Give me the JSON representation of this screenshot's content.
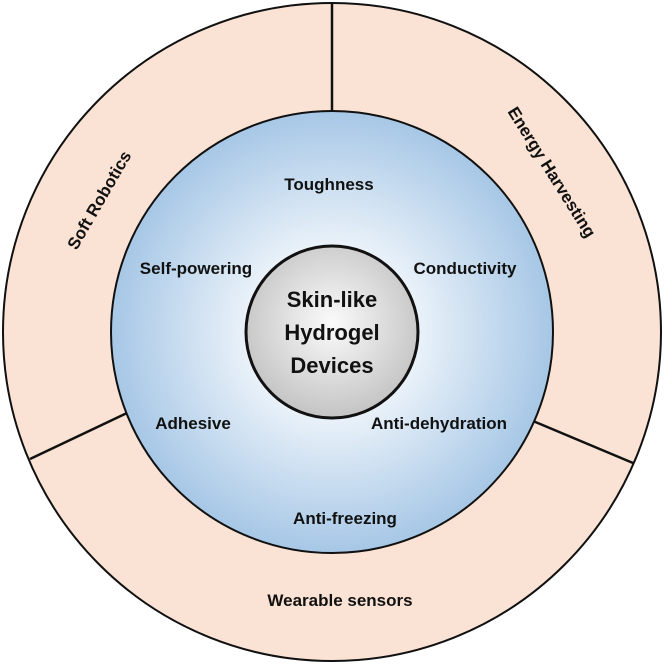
{
  "center": {
    "lines": [
      "Skin-like",
      "Hydrogel",
      "Devices"
    ]
  },
  "properties": [
    "Toughness",
    "Conductivity",
    "Anti-dehydration",
    "Anti-freezing",
    "Adhesive",
    "Self-powering"
  ],
  "applications": [
    "Soft Robotics",
    "Energy Harvesting",
    "Wearable sensors"
  ],
  "colors": {
    "outer_ring": "#fae3d4",
    "middle_inner": "#ffffff",
    "middle_outer": "#a6c7e6",
    "core_inner": "#fbfbfb",
    "core_outer": "#c4c4c4",
    "stroke": "#111111"
  }
}
